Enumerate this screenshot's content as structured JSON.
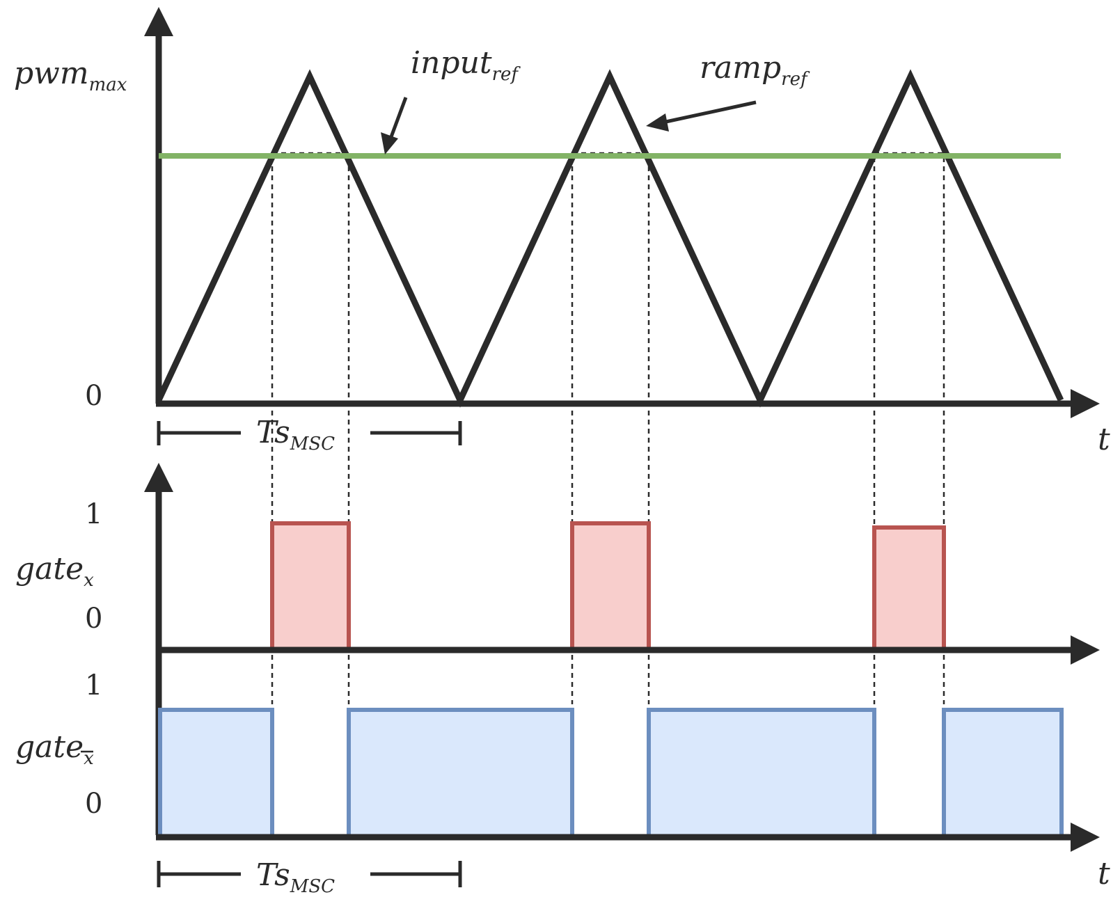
{
  "labels": {
    "pwm_max_base": "pwm",
    "pwm_max_sub": "max",
    "input_ref_base": "input",
    "input_ref_sub": "ref",
    "ramp_ref_base": "ramp",
    "ramp_ref_sub": "ref",
    "zero_top": "0",
    "t_top": "t",
    "one_gx": "1",
    "zero_gx": "0",
    "gate_x_base": "gate",
    "gate_x_sub": "x",
    "one_gxb": "1",
    "zero_gxb": "0",
    "gate_xbar_base": "gate",
    "gate_xbar_sub": "x",
    "t_bottom": "t",
    "period_top_base": "Ts",
    "period_top_sub": "MSC",
    "period_bottom_base": "Ts",
    "period_bottom_sub": "MSC"
  },
  "colors": {
    "axis": "#2a2a2a",
    "input_ref": "#82b366",
    "gate_x_stroke": "#b85450",
    "gate_x_fill": "#f8cecc",
    "gate_xbar_stroke": "#6c8ebf",
    "gate_xbar_fill": "#dae8fc"
  }
}
